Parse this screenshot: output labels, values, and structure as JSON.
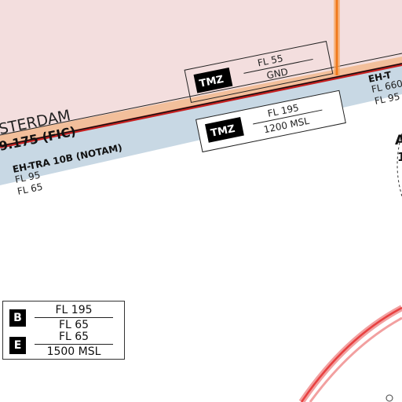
{
  "map": {
    "colors": {
      "fic_fill": "#f3dede",
      "fir_band": "#f0b48a",
      "tra_band": "#c8d8e4",
      "border_red": "#d62a2a",
      "orange": "#f07a1c",
      "ctr_red": "#e84040"
    },
    "fic_label": {
      "name": "STERDAM",
      "freq": "9.175  (FIC)"
    },
    "tra_label": {
      "name": "EH-TRA 10B (NOTAM)",
      "upper": "FL 95",
      "lower": "FL 65"
    },
    "tra_right_label": {
      "name": "EH-T",
      "upper": "FL 660",
      "lower": "FL 95"
    },
    "tmz_upper": {
      "badge": "TMZ",
      "upper": "FL 55",
      "lower": "GND"
    },
    "tmz_lower": {
      "badge": "TMZ",
      "upper": "FL 195",
      "lower": "1200 MSL"
    },
    "edge_label": {
      "char1": "A",
      "char2": "1"
    }
  },
  "legend": {
    "rows": [
      {
        "badge": "B",
        "upper": "FL 195",
        "lower": "FL 65"
      },
      {
        "badge": "E",
        "upper": "FL 65",
        "lower": "1500 MSL"
      }
    ]
  }
}
